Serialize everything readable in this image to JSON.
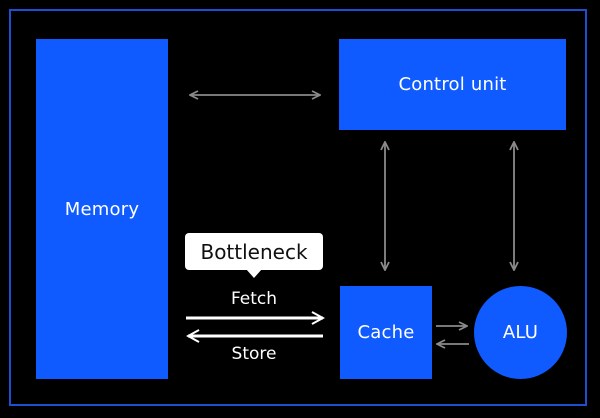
{
  "diagram": {
    "blocks": {
      "memory": "Memory",
      "control_unit": "Control unit",
      "cache": "Cache",
      "alu": "ALU"
    },
    "callout": "Bottleneck",
    "flows": {
      "fetch": "Fetch",
      "store": "Store"
    }
  },
  "colors": {
    "background": "#000000",
    "frame_border": "#1f4fd1",
    "block_fill": "#0f5bff",
    "connector_gray": "#8a8a8a",
    "flow_white": "#ffffff"
  }
}
